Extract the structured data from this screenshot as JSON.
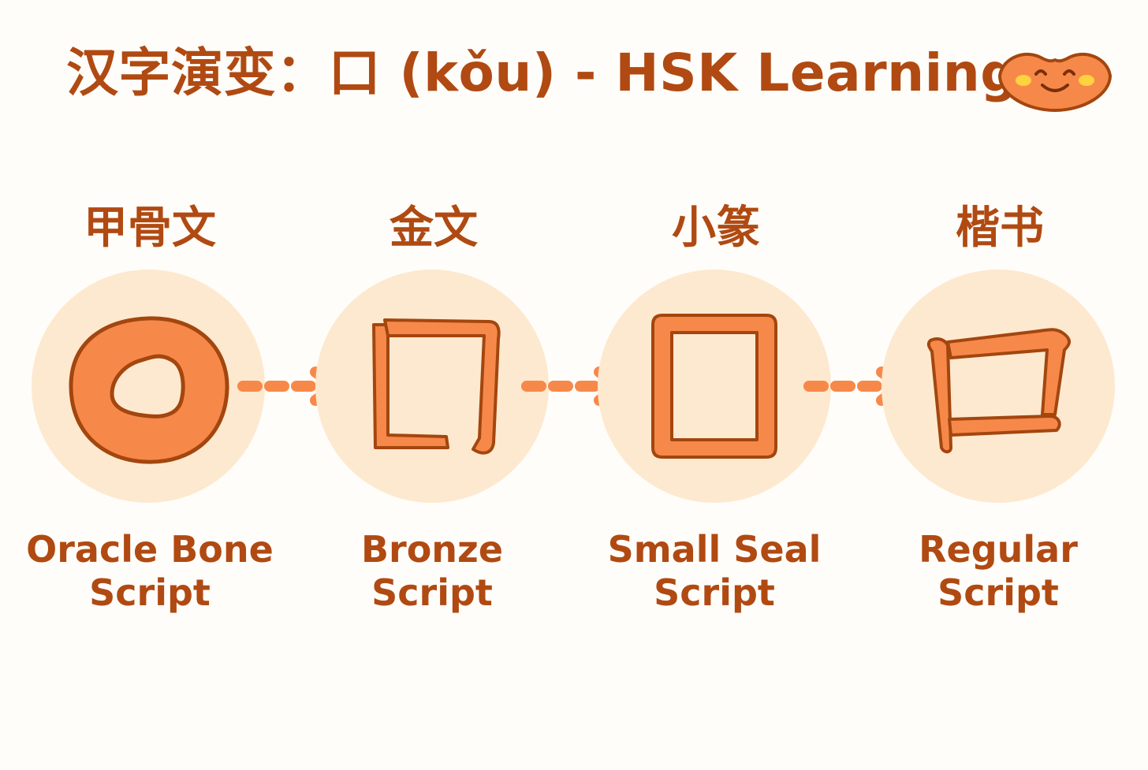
{
  "title": "汉字演变：口 (kǒu) - HSK Learning",
  "mascot_icon": "smiling-mouth-mascot-icon",
  "colors": {
    "accent": "#f6894a",
    "outline": "#a3460f",
    "text": "#b04a12",
    "circle_bg": "#fde9cf",
    "cheek": "#ffd23f"
  },
  "stages": [
    {
      "heading": "甲骨文",
      "label_line1": "Oracle Bone",
      "label_line2": "Script"
    },
    {
      "heading": "金文",
      "label_line1": "Bronze",
      "label_line2": "Script"
    },
    {
      "heading": "小篆",
      "label_line1": "Small Seal",
      "label_line2": "Script"
    },
    {
      "heading": "楷书",
      "label_line1": "Regular",
      "label_line2": "Script"
    }
  ]
}
